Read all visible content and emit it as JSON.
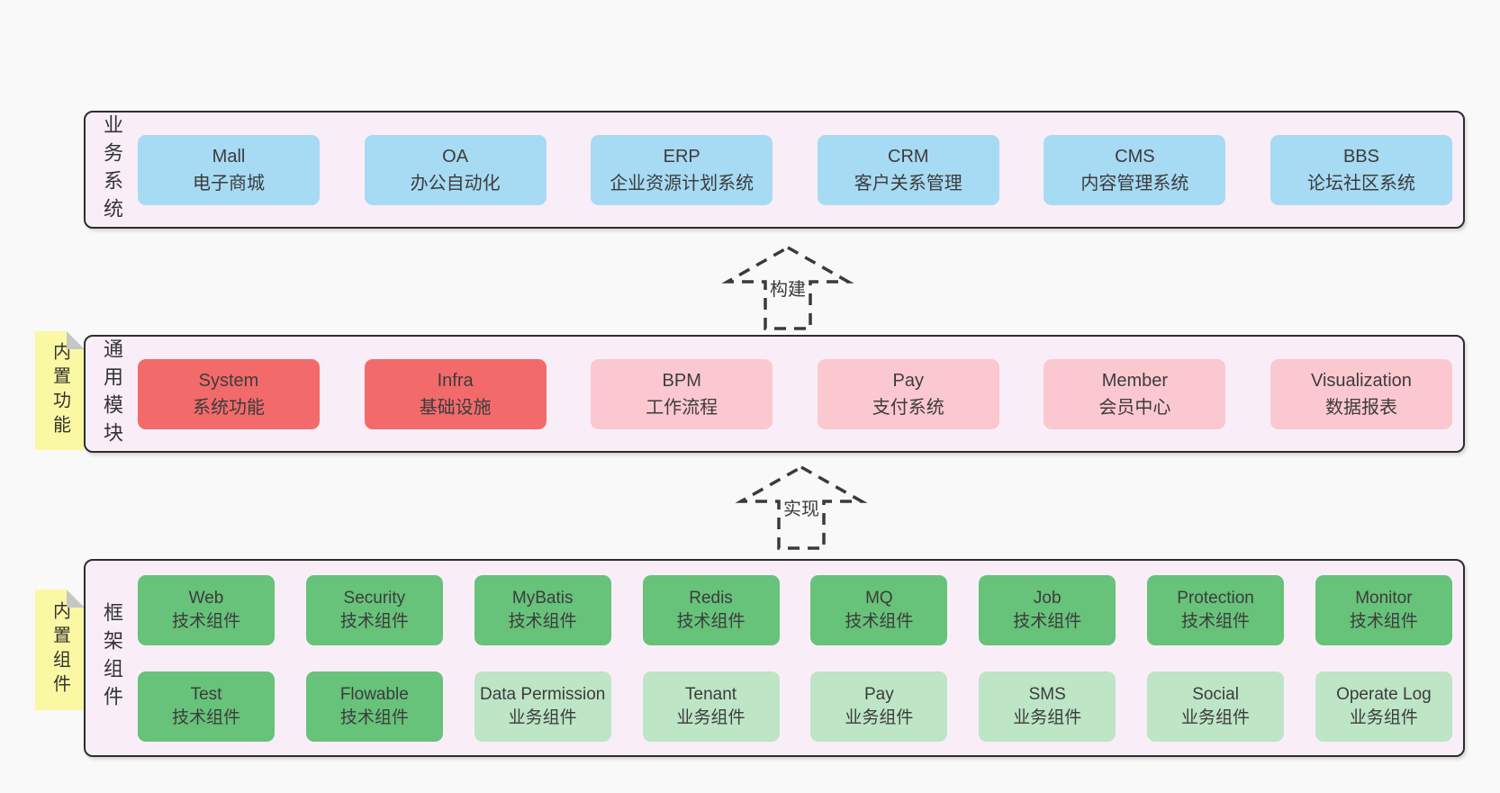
{
  "colors": {
    "page_bg": "#f9f9f9",
    "panel_bg": "#f9eef7",
    "note_bg": "#fbf8a3",
    "fold": "#c5c6c8",
    "blue": "#a7daf3",
    "red": "#f36a6b",
    "pink": "#fcc8d0",
    "green": "#67c27a",
    "lightgreen": "#bde5c6"
  },
  "layers": {
    "business": {
      "label": "业务系统",
      "items": [
        {
          "title": "Mall",
          "subtitle": "电子商城",
          "color": "blue"
        },
        {
          "title": "OA",
          "subtitle": "办公自动化",
          "color": "blue"
        },
        {
          "title": "ERP",
          "subtitle": "企业资源计划系统",
          "color": "blue"
        },
        {
          "title": "CRM",
          "subtitle": "客户关系管理",
          "color": "blue"
        },
        {
          "title": "CMS",
          "subtitle": "内容管理系统",
          "color": "blue"
        },
        {
          "title": "BBS",
          "subtitle": "论坛社区系统",
          "color": "blue"
        }
      ]
    },
    "modules": {
      "label": "通用模块",
      "note": "内置功能",
      "items": [
        {
          "title": "System",
          "subtitle": "系统功能",
          "color": "red"
        },
        {
          "title": "Infra",
          "subtitle": "基础设施",
          "color": "red"
        },
        {
          "title": "BPM",
          "subtitle": "工作流程",
          "color": "pink"
        },
        {
          "title": "Pay",
          "subtitle": "支付系统",
          "color": "pink"
        },
        {
          "title": "Member",
          "subtitle": "会员中心",
          "color": "pink"
        },
        {
          "title": "Visualization",
          "subtitle": "数据报表",
          "color": "pink"
        }
      ]
    },
    "components": {
      "label": "框架组件",
      "note": "内置组件",
      "rows": [
        [
          {
            "title": "Web",
            "subtitle": "技术组件",
            "color": "green"
          },
          {
            "title": "Security",
            "subtitle": "技术组件",
            "color": "green"
          },
          {
            "title": "MyBatis",
            "subtitle": "技术组件",
            "color": "green"
          },
          {
            "title": "Redis",
            "subtitle": "技术组件",
            "color": "green"
          },
          {
            "title": "MQ",
            "subtitle": "技术组件",
            "color": "green"
          },
          {
            "title": "Job",
            "subtitle": "技术组件",
            "color": "green"
          },
          {
            "title": "Protection",
            "subtitle": "技术组件",
            "color": "green"
          },
          {
            "title": "Monitor",
            "subtitle": "技术组件",
            "color": "green"
          }
        ],
        [
          {
            "title": "Test",
            "subtitle": "技术组件",
            "color": "green"
          },
          {
            "title": "Flowable",
            "subtitle": "技术组件",
            "color": "green"
          },
          {
            "title": "Data Permission",
            "subtitle": "业务组件",
            "color": "lightgreen"
          },
          {
            "title": "Tenant",
            "subtitle": "业务组件",
            "color": "lightgreen"
          },
          {
            "title": "Pay",
            "subtitle": "业务组件",
            "color": "lightgreen"
          },
          {
            "title": "SMS",
            "subtitle": "业务组件",
            "color": "lightgreen"
          },
          {
            "title": "Social",
            "subtitle": "业务组件",
            "color": "lightgreen"
          },
          {
            "title": "Operate Log",
            "subtitle": "业务组件",
            "color": "lightgreen"
          }
        ]
      ]
    }
  },
  "arrows": {
    "build": {
      "label": "构建"
    },
    "implement": {
      "label": "实现"
    }
  }
}
